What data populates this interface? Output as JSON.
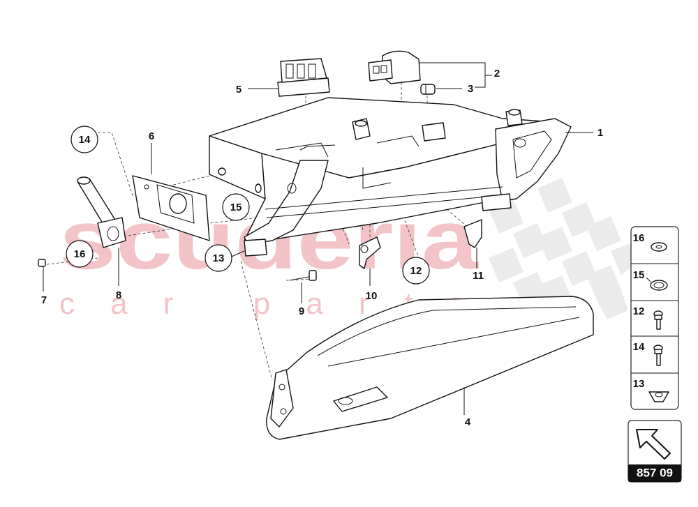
{
  "watermark": {
    "brand": "scuderia",
    "sub": "c a r   p a r t s"
  },
  "callouts": {
    "c1": "1",
    "c2": "2",
    "c3": "3",
    "c4": "4",
    "c5": "5",
    "c6": "6",
    "c7": "7",
    "c8": "8",
    "c9": "9",
    "c10": "10",
    "c11": "11",
    "c12": "12",
    "c13": "13",
    "c14": "14",
    "c15": "15",
    "c16": "16"
  },
  "legend": {
    "items": [
      {
        "number": "16",
        "icon": "washer-icon"
      },
      {
        "number": "15",
        "icon": "clip-ring-icon"
      },
      {
        "number": "12",
        "icon": "screw-icon"
      },
      {
        "number": "14",
        "icon": "screw-icon"
      },
      {
        "number": "13",
        "icon": "clip-nut-icon"
      }
    ]
  },
  "diagram_code": "857 09",
  "colors": {
    "watermark": "#f2c4c8",
    "checker": "#e8e8e8",
    "line": "#111111"
  }
}
